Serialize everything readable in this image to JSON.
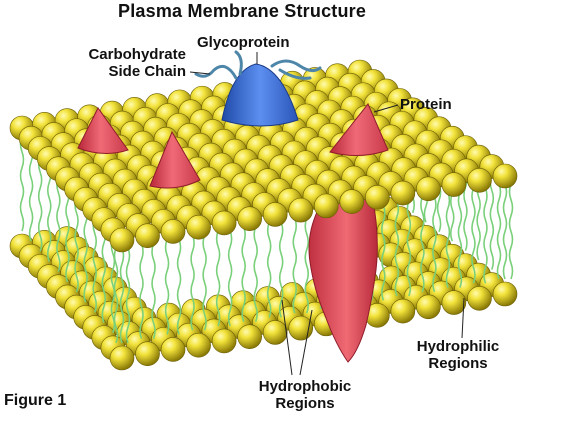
{
  "title": "Plasma Membrane Structure",
  "labels": {
    "carbohydrate_line1": "Carbohydrate",
    "carbohydrate_line2": "Side Chain",
    "glycoprotein": "Glycoprotein",
    "protein": "Protein",
    "hydrophilic_line1": "Hydrophilic",
    "hydrophilic_line2": "Regions",
    "hydrophobic_line1": "Hydrophobic",
    "hydrophobic_line2": "Regions",
    "figure": "Figure 1"
  },
  "colors": {
    "lipid_head": "#e6d21c",
    "lipid_tail": "#7ad07a",
    "protein": "#e0505e",
    "glycoprotein": "#3d6fd6",
    "carbohydrate": "#4d86a8"
  }
}
